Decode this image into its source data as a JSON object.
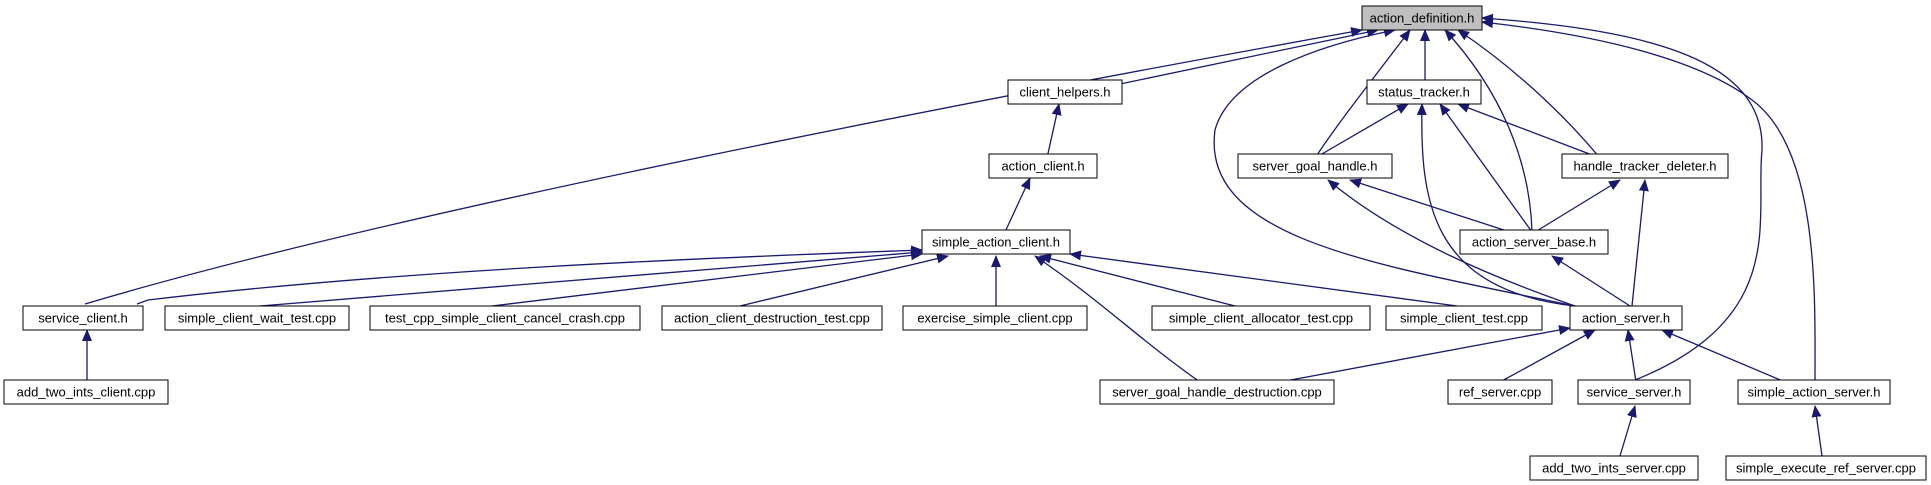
{
  "colors": {
    "edge": "#191970",
    "node_border": "#000000",
    "node_fill": "#ffffff",
    "root_fill": "#bfbfbf",
    "text": "#000000"
  },
  "nodes": {
    "action_definition": "action_definition.h",
    "client_helpers": "client_helpers.h",
    "status_tracker": "status_tracker.h",
    "action_client": "action_client.h",
    "server_goal_handle": "server_goal_handle.h",
    "handle_tracker_deleter": "handle_tracker_deleter.h",
    "simple_action_client": "simple_action_client.h",
    "action_server_base": "action_server_base.h",
    "service_client": "service_client.h",
    "simple_client_wait_test": "simple_client_wait_test.cpp",
    "test_cpp_simple_client_cancel_crash": "test_cpp_simple_client_cancel_crash.cpp",
    "action_client_destruction_test": "action_client_destruction_test.cpp",
    "exercise_simple_client": "exercise_simple_client.cpp",
    "simple_client_allocator_test": "simple_client_allocator_test.cpp",
    "simple_client_test": "simple_client_test.cpp",
    "action_server": "action_server.h",
    "add_two_ints_client": "add_two_ints_client.cpp",
    "server_goal_handle_destruction": "server_goal_handle_destruction.cpp",
    "ref_server": "ref_server.cpp",
    "service_server": "service_server.h",
    "simple_action_server": "simple_action_server.h",
    "add_two_ints_server": "add_two_ints_server.cpp",
    "simple_execute_ref_server": "simple_execute_ref_server.cpp"
  }
}
